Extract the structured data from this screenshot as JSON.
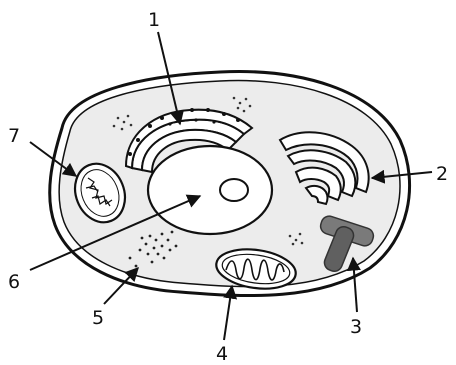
{
  "diagram": {
    "labels": [
      {
        "id": "label-1",
        "text": "1"
      },
      {
        "id": "label-2",
        "text": "2"
      },
      {
        "id": "label-3",
        "text": "3"
      },
      {
        "id": "label-4",
        "text": "4"
      },
      {
        "id": "label-5",
        "text": "5"
      },
      {
        "id": "label-6",
        "text": "6"
      },
      {
        "id": "label-7",
        "text": "7"
      }
    ]
  },
  "colors": {
    "outline": "#111111",
    "cytoplasm": "#ececec",
    "nucleus": "#ffffff",
    "centriole": "#707070"
  }
}
